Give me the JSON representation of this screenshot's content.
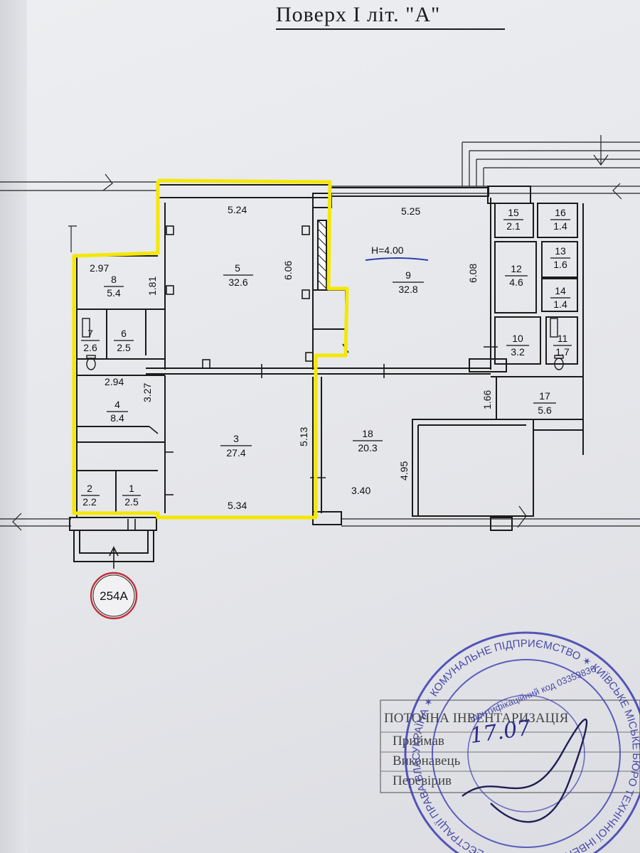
{
  "title": "Поверх I літ. \"А\"",
  "height_label": "H=4.00",
  "entrance_marker": "254А",
  "rooms": [
    {
      "id": "1",
      "area": "2.5"
    },
    {
      "id": "2",
      "area": "2.2"
    },
    {
      "id": "3",
      "area": "27.4"
    },
    {
      "id": "4",
      "area": "8.4"
    },
    {
      "id": "5",
      "area": "32.6"
    },
    {
      "id": "6",
      "area": "2.5"
    },
    {
      "id": "7",
      "area": "2.6"
    },
    {
      "id": "8",
      "area": "5.4"
    },
    {
      "id": "9",
      "area": "32.8"
    },
    {
      "id": "10",
      "area": "3.2"
    },
    {
      "id": "11",
      "area": "1.7"
    },
    {
      "id": "12",
      "area": "4.6"
    },
    {
      "id": "13",
      "area": "1.6"
    },
    {
      "id": "14",
      "area": "1.4"
    },
    {
      "id": "15",
      "area": "2.1"
    },
    {
      "id": "16",
      "area": "1.4"
    },
    {
      "id": "17",
      "area": "5.6"
    },
    {
      "id": "18",
      "area": "20.3"
    }
  ],
  "dimensions": [
    "5.24",
    "5.25",
    "6.06",
    "6.08",
    "2.97",
    "1.81",
    "2.94",
    "3.27",
    "5.13",
    "4.95",
    "1.66",
    "3.40",
    "5.34"
  ],
  "stamp": {
    "ring_text": "УКРАЇНА ✶ КОМУНАЛЬНЕ ПІДПРИЄМСТВО ✶ КИЇВСЬКЕ МІСЬКЕ БЮРО ТЕХНІЧНОЇ ІНВЕНТАРИЗАЦІЇ ТА РЕЄСТРАЦІЇ ПРАВА ВЛАСНОСТІ НА ОБ'ЄКТИ НЕРУХОМОГО МАЙНА ✶",
    "code_line": "ідентифікаційний код 03359836",
    "date_handwritten": "17.07"
  },
  "form_lines": [
    "ПОТОЧНА ІНВЕНТАРИЗАЦІЯ",
    "Приймав",
    "Виконавець",
    "Перевірив"
  ],
  "colors": {
    "highlight": "#f5e800",
    "ink": "#1a1a1a",
    "stamp": "#3b3bb0",
    "marker_circle": "#c0303a"
  }
}
